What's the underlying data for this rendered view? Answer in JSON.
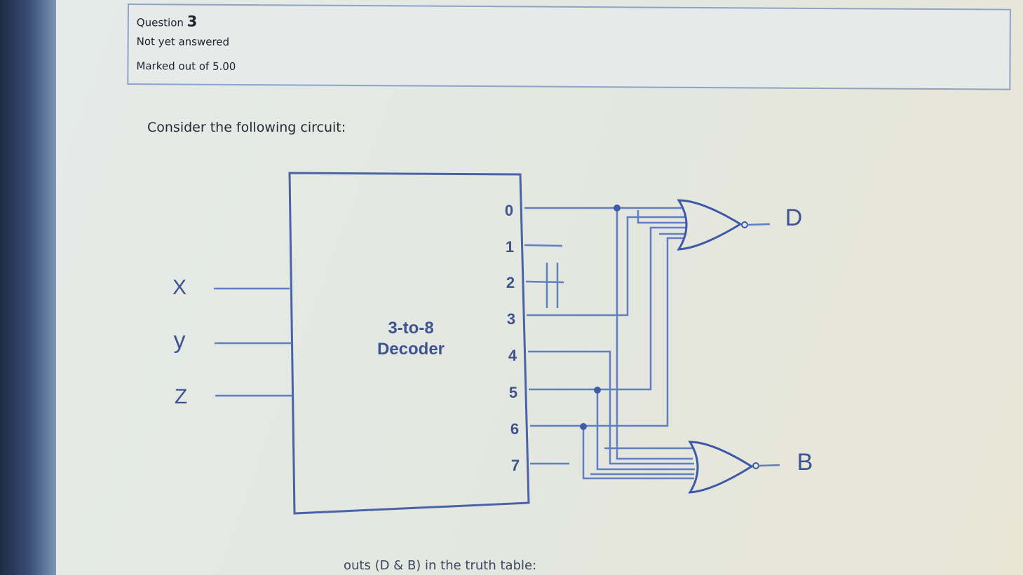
{
  "question": {
    "label": "Question",
    "number": "3",
    "status": "Not yet answered",
    "marks": "Marked out of 5.00"
  },
  "prompt": "Consider the following circuit:",
  "circuit": {
    "decoder_line1": "3-to-8",
    "decoder_line2": "Decoder",
    "inputs": [
      "X",
      "y",
      "Z"
    ],
    "output_pins": [
      "0",
      "1",
      "2",
      "3",
      "4",
      "5",
      "6",
      "7"
    ],
    "output_D": "D",
    "output_B": "B"
  },
  "footer_text": "outs (D & B) in the truth table:"
}
